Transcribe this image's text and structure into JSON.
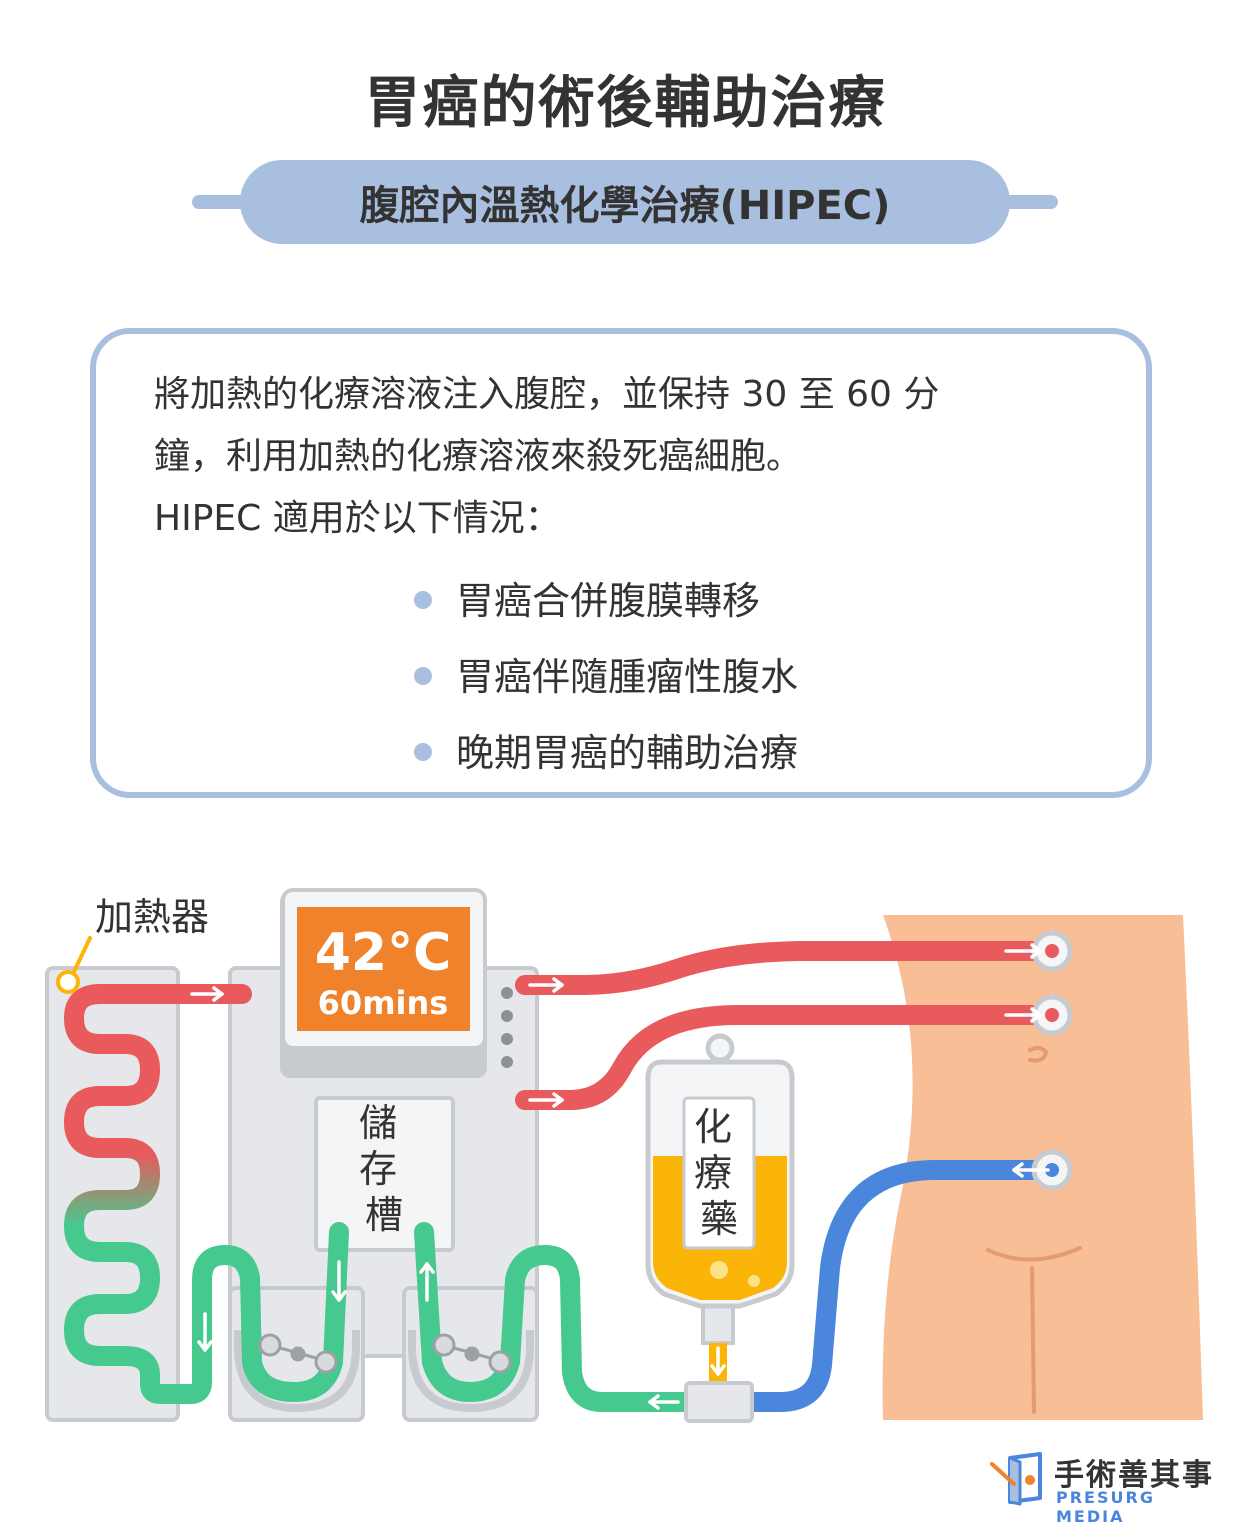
{
  "title": "胃癌的術後輔助治療",
  "subtitle": "腹腔內溫熱化學治療(HIPEC)",
  "info": {
    "paragraph_lines": [
      "將加熱的化療溶液注入腹腔，並保持 30 至 60 分",
      "鐘，利用加熱的化療溶液來殺死癌細胞。",
      "HIPEC 適用於以下情況："
    ],
    "bullets": [
      "胃癌合併腹膜轉移",
      "胃癌伴隨腫瘤性腹水",
      "晚期胃癌的輔助治療"
    ]
  },
  "diagram": {
    "heater_label": "加熱器",
    "display_temp": "42°C",
    "display_time": "60mins",
    "reservoir_label": "儲存槽",
    "chemo_label": "化療藥"
  },
  "colors": {
    "accent": "#a9bfe0",
    "hot_line": "#e85a5c",
    "return_line": "#46c98e",
    "body_out_line": "#4a86dc",
    "display": "#f0822c",
    "chemo": "#fbb408",
    "skin": "#f8be96",
    "machine": "#e5e7ea"
  },
  "logo": {
    "name": "手術善其事",
    "sub": "PRESURG MEDIA"
  }
}
